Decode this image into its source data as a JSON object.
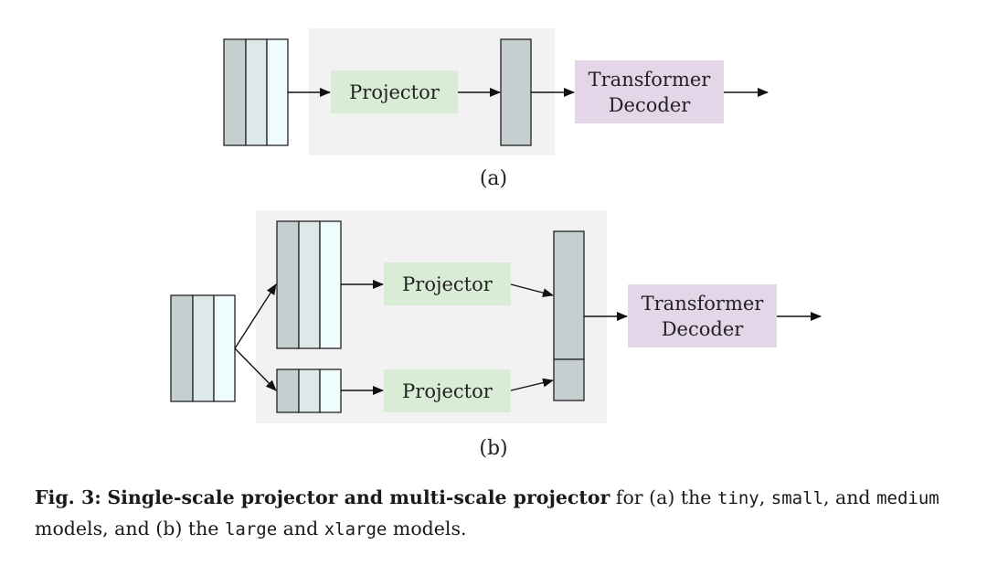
{
  "diagram": {
    "a": {
      "projector_label": "Projector",
      "decoder_line1": "Transformer",
      "decoder_line2": "Decoder",
      "sublabel": "(a)"
    },
    "b": {
      "projector_top_label": "Projector",
      "projector_bottom_label": "Projector",
      "decoder_line1": "Transformer",
      "decoder_line2": "Decoder",
      "sublabel": "(b)"
    },
    "colors": {
      "panel_bg": "#f2f2f2",
      "projector_fill": "#d9ecd5",
      "decoder_fill": "#e4d6e8",
      "col_dark": "#c5cfd0",
      "col_mid": "#dde8e9",
      "col_light": "#eefcfd"
    }
  },
  "caption": {
    "fig": "Fig. 3:",
    "title": "Single-scale projector and multi-scale projector",
    "t1": " for (a) the ",
    "m1": "tiny",
    "t2": ", ",
    "m2": "small",
    "t3": ", and ",
    "m3": "medium",
    "t4": " models, and (b) the ",
    "m4": "large",
    "t5": " and ",
    "m5": "xlarge",
    "t6": " models."
  }
}
